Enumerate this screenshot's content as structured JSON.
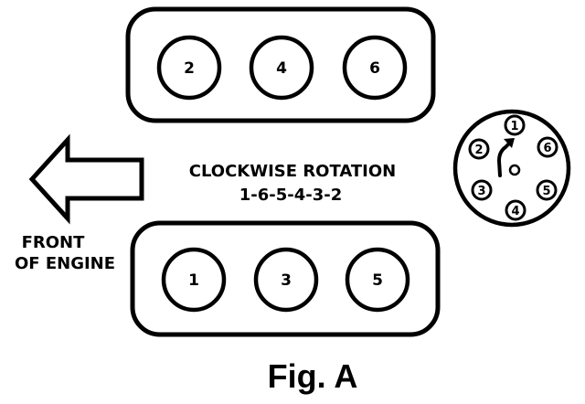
{
  "colors": {
    "ink": "#000000",
    "background": "#ffffff"
  },
  "engine": {
    "top_bank": [
      "2",
      "4",
      "6"
    ],
    "bottom_bank": [
      "1",
      "3",
      "5"
    ]
  },
  "rotation": {
    "direction_text": "CLOCKWISE ROTATION",
    "firing_order": "1-6-5-4-3-2"
  },
  "front": {
    "line1": "FRONT",
    "line2": "OF ENGINE",
    "icon": "arrow-left-icon"
  },
  "distributor": {
    "icon": "rotor-arrow-icon",
    "terminals": [
      "1",
      "6",
      "5",
      "4",
      "3",
      "2"
    ]
  },
  "figure": {
    "caption": "Fig. A"
  }
}
